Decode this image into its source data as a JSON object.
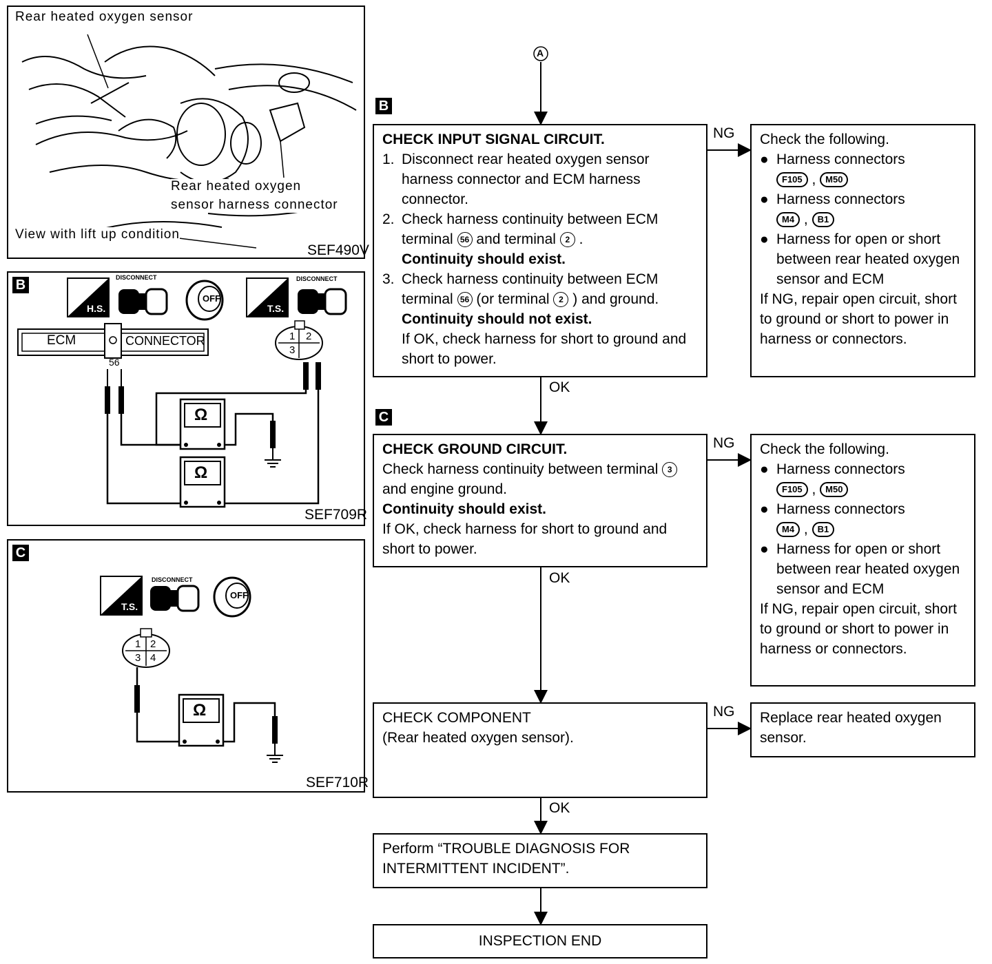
{
  "fig1": {
    "title": "Rear heated oxygen sensor",
    "label2a": "Rear heated oxygen",
    "label2b": "sensor harness connector",
    "view": "View with lift up condition",
    "code": "SEF490V"
  },
  "fig2": {
    "step": "B",
    "disconnect1": "DISCONNECT",
    "disconnect2": "DISCONNECT",
    "hs": "H.S.",
    "ts": "T.S.",
    "off": "OFF",
    "ecm": "ECM",
    "connector": "CONNECTOR",
    "terminal": "56",
    "pins": [
      "1",
      "2",
      "3"
    ],
    "ohm": "Ω",
    "code": "SEF709R"
  },
  "fig3": {
    "step": "C",
    "disconnect": "DISCONNECT",
    "ts": "T.S.",
    "off": "OFF",
    "pins": [
      "1",
      "2",
      "3",
      "4"
    ],
    "ohm": "Ω",
    "code": "SEF710R"
  },
  "flow": {
    "start_marker": "A",
    "step_b": "B",
    "step_c": "C",
    "box_b": {
      "title": "CHECK INPUT SIGNAL CIRCUIT.",
      "s1_num": "1.",
      "s1": "Disconnect rear heated oxygen sensor harness connector and ECM harness connector.",
      "s2_num": "2.",
      "s2a": "Check harness continuity between ECM terminal",
      "s2_t1": "56",
      "s2b": "and terminal",
      "s2_t2": "2",
      "s2c": ".",
      "s2_bold": "Continuity should exist.",
      "s3_num": "3.",
      "s3a": "Check harness continuity between ECM terminal",
      "s3_t1": "56",
      "s3b": "(or terminal",
      "s3_t2": "2",
      "s3c": ") and ground.",
      "s3_bold": "Continuity should not exist.",
      "s3_note": "If OK, check harness for short to ground and short to power."
    },
    "box_c": {
      "title": "CHECK GROUND CIRCUIT.",
      "l1": "Check harness continuity between terminal",
      "t": "3",
      "l2": "and engine ground.",
      "bold": "Continuity should exist.",
      "note": "If OK, check harness for short to ground and short to power."
    },
    "box_comp": {
      "l1": "CHECK COMPONENT",
      "l2": "(Rear heated oxygen sensor)."
    },
    "box_perform": "Perform “TROUBLE DIAGNOSIS FOR INTERMITTENT INCIDENT”.",
    "box_end": "INSPECTION END",
    "ng_box": {
      "head": "Check the following.",
      "b1": "Harness connectors",
      "c1a": "F105",
      "c1b": "M50",
      "b2": "Harness connectors",
      "c2a": "M4",
      "c2b": "B1",
      "b3": "Harness for open or short between rear heated oxygen sensor and ECM",
      "tail": "If NG, repair open circuit, short to ground or short to power in harness or connectors."
    },
    "ng_box3": "Replace rear heated oxygen sensor.",
    "ng": "NG",
    "ok": "OK",
    "comma": ","
  }
}
